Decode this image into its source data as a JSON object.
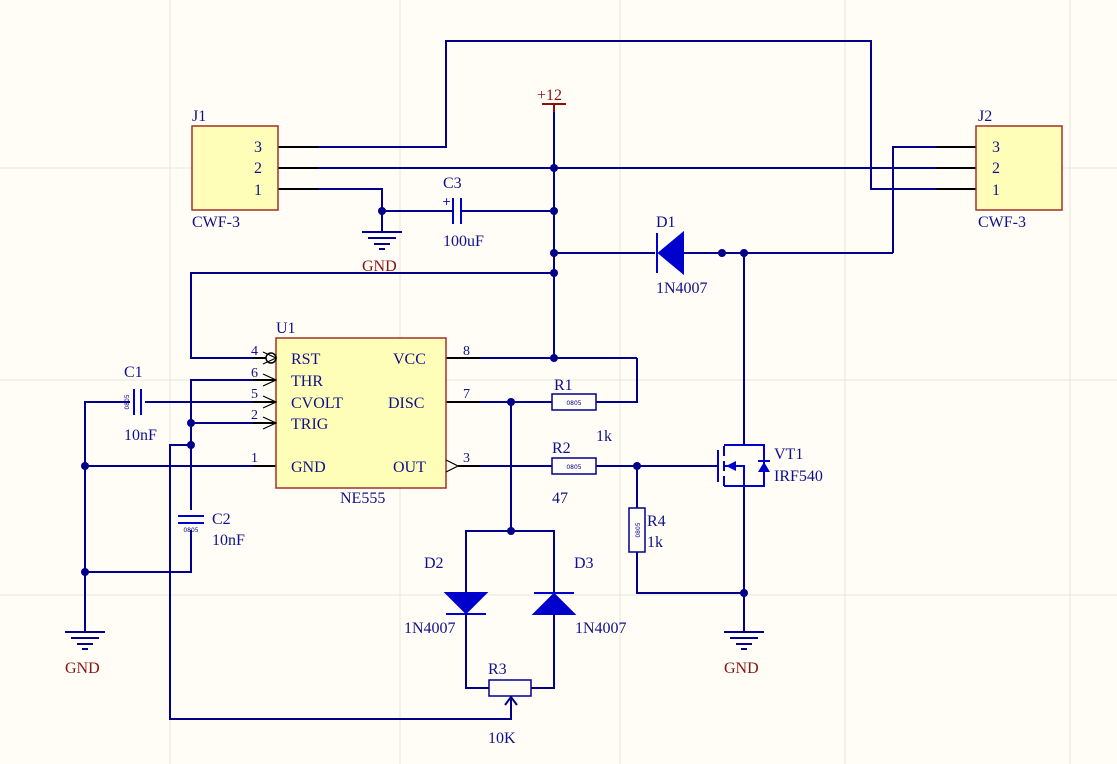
{
  "colors": {
    "background": "#fffdf6",
    "grid": "#e8e5dc",
    "wire": "#00008b",
    "component": "#0000cc",
    "power_label": "#8a1010",
    "component_fill": "#fffeb8",
    "component_border": "#a3302a"
  },
  "connectors": {
    "j1": {
      "designator": "J1",
      "part": "CWF-3",
      "pins": [
        "3",
        "2",
        "1"
      ]
    },
    "j2": {
      "designator": "J2",
      "part": "CWF-3",
      "pins": [
        "3",
        "2",
        "1"
      ]
    }
  },
  "ic": {
    "designator": "U1",
    "part": "NE555",
    "left_pins": [
      {
        "num": "4",
        "name": "RST"
      },
      {
        "num": "6",
        "name": "THR"
      },
      {
        "num": "5",
        "name": "CVOLT"
      },
      {
        "num": "2",
        "name": "TRIG"
      },
      {
        "num": "1",
        "name": "GND"
      }
    ],
    "right_pins": [
      {
        "num": "8",
        "name": "VCC"
      },
      {
        "num": "7",
        "name": "DISC"
      },
      {
        "num": "3",
        "name": "OUT"
      }
    ]
  },
  "capacitors": {
    "c1": {
      "designator": "C1",
      "value": "10nF",
      "package": "0805"
    },
    "c2": {
      "designator": "C2",
      "value": "10nF",
      "package": "0805"
    },
    "c3": {
      "designator": "C3",
      "value": "100uF"
    }
  },
  "resistors": {
    "r1": {
      "designator": "R1",
      "value": "1k",
      "package": "0805"
    },
    "r2": {
      "designator": "R2",
      "value": "47",
      "package": "0805"
    },
    "r3": {
      "designator": "R3",
      "value": "10K"
    },
    "r4": {
      "designator": "R4",
      "value": "1k",
      "package": "0805"
    }
  },
  "diodes": {
    "d1": {
      "designator": "D1",
      "part": "1N4007"
    },
    "d2": {
      "designator": "D2",
      "part": "1N4007"
    },
    "d3": {
      "designator": "D3",
      "part": "1N4007"
    }
  },
  "transistor": {
    "designator": "VT1",
    "part": "IRF540"
  },
  "power": {
    "vcc": "+12",
    "gnd": "GND"
  }
}
